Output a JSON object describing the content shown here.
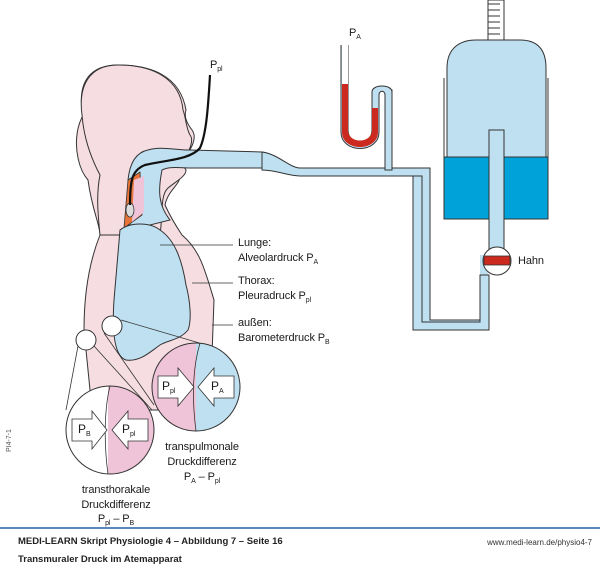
{
  "figure": {
    "labels": {
      "p_pl_top": {
        "main": "P",
        "sub": "pl"
      },
      "p_a_top": {
        "main": "P",
        "sub": "A"
      },
      "hahn": "Hahn",
      "lunge_title": "Lunge:",
      "lunge_text": {
        "main": "Alveolardruck P",
        "sub": "A"
      },
      "thorax_title": "Thorax:",
      "thorax_text": {
        "main": "Pleuradruck P",
        "sub": "pl"
      },
      "aussen_title": "außen:",
      "aussen_text": {
        "main": "Barometerdruck P",
        "sub": "B"
      }
    },
    "circles": {
      "transpulmonal": {
        "left_arrow": {
          "main": "P",
          "sub": "pl"
        },
        "right_arrow": {
          "main": "P",
          "sub": "A"
        },
        "caption_line1": "transpulmonale",
        "caption_line2": "Druckdifferenz",
        "formula": {
          "a": "P",
          "a_sub": "A",
          "op": " – ",
          "b": "P",
          "b_sub": "pl"
        }
      },
      "transthorakal": {
        "left_arrow": {
          "main": "P",
          "sub": "B"
        },
        "right_arrow": {
          "main": "P",
          "sub": "pl"
        },
        "caption_line1": "transthorakale",
        "caption_line2": "Druckdifferenz",
        "formula": {
          "a": "P",
          "a_sub": "pl",
          "op": " – ",
          "b": "P",
          "b_sub": "B"
        }
      }
    },
    "side_id": "PI4-7-1",
    "colors": {
      "body_pink": "#f6dde2",
      "lung_blue": "#bfe0f1",
      "water_blue": "#00a3d9",
      "mercury_red": "#cc2a1e",
      "pleura_pink": "#f0c4d8",
      "trachea_orange": "#e8743a",
      "outline": "#333333",
      "footer_rule": "#5b87b8"
    }
  },
  "footer": {
    "title": "MEDI-LEARN Skript Physiologie 4 – Abbildung 7 – Seite 16",
    "subtitle": "Transmuraler Druck im Atemapparat",
    "url": "www.medi-learn.de/physio4-7"
  }
}
